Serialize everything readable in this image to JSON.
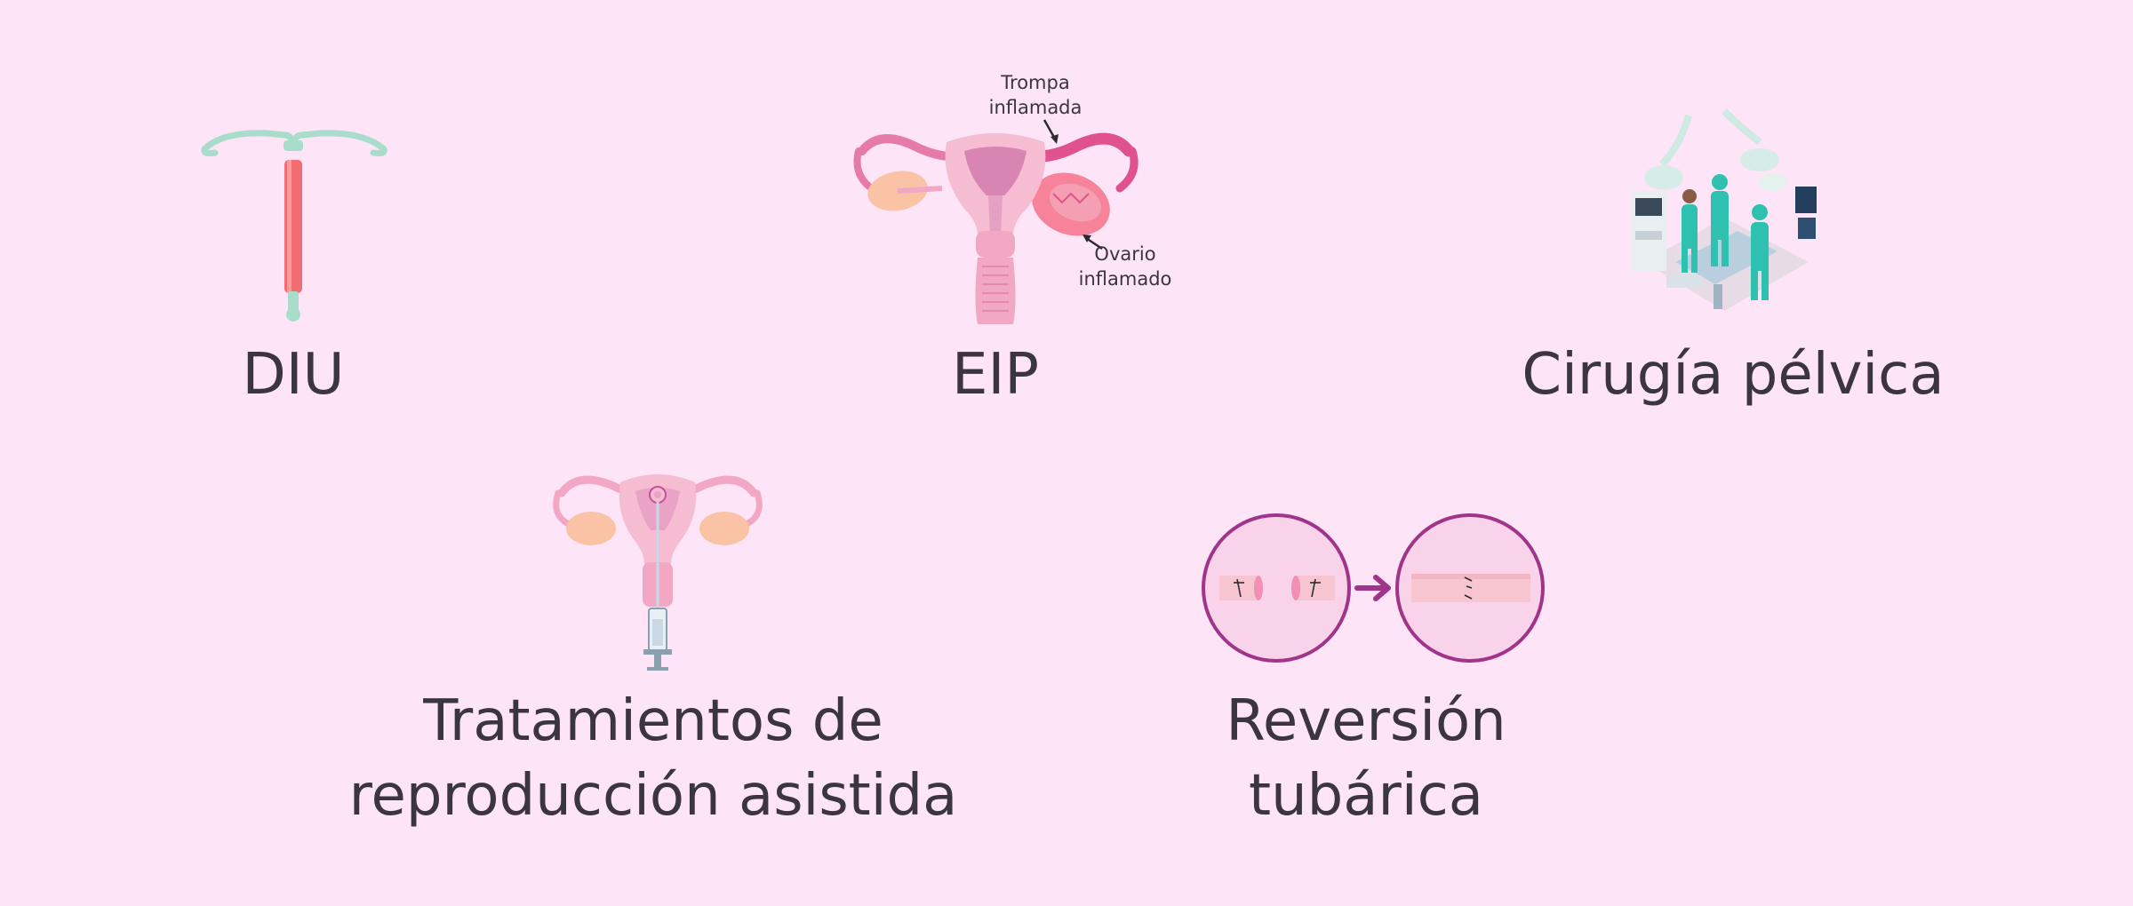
{
  "items": [
    {
      "label": "DIU",
      "icon": "iud-icon"
    },
    {
      "label": "EIP",
      "icon": "inflamed-uterus-icon",
      "annotations": {
        "tube": [
          "Trompa",
          "inflamada"
        ],
        "ovary": [
          "Ovario",
          "inflamado"
        ]
      }
    },
    {
      "label": "Cirugía pélvica",
      "icon": "surgery-room-icon"
    },
    {
      "label_lines": [
        "Tratamientos de",
        "reproducción asistida"
      ],
      "icon": "uterus-syringe-icon"
    },
    {
      "label_lines": [
        "Reversión",
        "tubárica"
      ],
      "icon": "tubal-reversal-icon"
    }
  ],
  "colors": {
    "background": "#fde4f7",
    "text": "#3b3540",
    "accent_purple": "#a0348a",
    "iud_body": "#f26d72",
    "iud_arms": "#a8dccb",
    "uterus_pink": "#f2a7c4",
    "ovary_peach": "#fbc3a6"
  }
}
